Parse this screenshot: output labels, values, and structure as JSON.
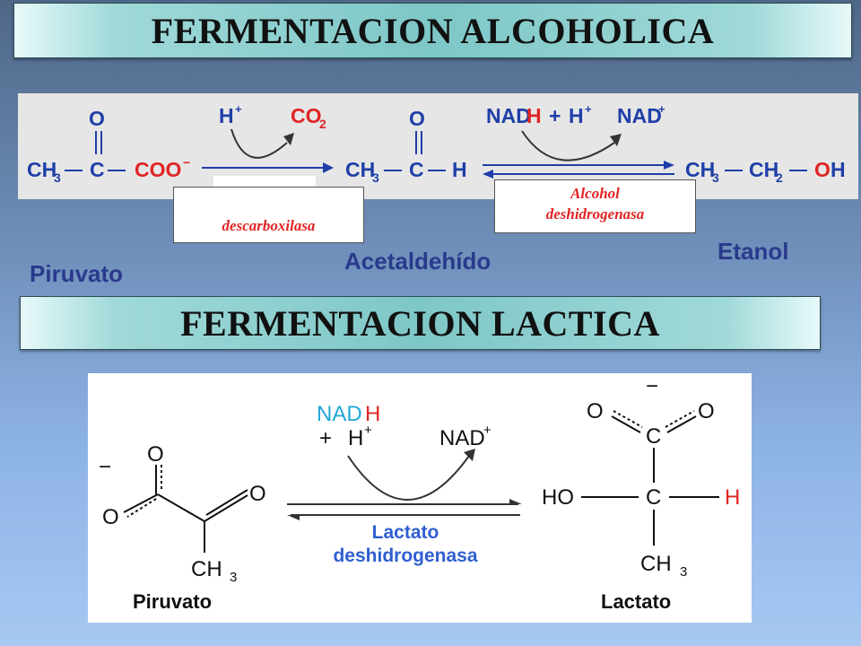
{
  "titles": {
    "alcoholic": "FERMENTACION ALCOHOLICA",
    "lactic": "FERMENTACION LACTICA"
  },
  "alcoholic": {
    "enzyme_decarboxylase": "descarboxilasa",
    "enzyme_dehydrogenase_line1": "Alcohol",
    "enzyme_dehydrogenase_line2": "deshidrogenasa",
    "label_pyruvate": "Piruvato",
    "label_acetaldehyde": "Acetaldehído",
    "label_ethanol": "Etanol",
    "chem": {
      "pyr_o": "O",
      "pyr_ch3": "CH",
      "pyr_c": "C",
      "pyr_coo": "COO",
      "h_plus": "H",
      "co2": "CO",
      "acet_o": "O",
      "acet_ch3": "CH",
      "acet_c": "C",
      "acet_h": "H",
      "nadh_nad": "NAD",
      "nadh_h": "H",
      "plus": "+",
      "h_plus2": "H",
      "nad_plus": "NAD",
      "eth_ch3": "CH",
      "eth_ch2": "CH",
      "eth_o": "O",
      "eth_h": "H",
      "sub3": "3",
      "sub2": "2",
      "sup_plus": "+",
      "sup_minus": "−"
    }
  },
  "lactic": {
    "label_pyruvate": "Piruvato",
    "label_lactate": "Lactato",
    "enzyme_line1": "Lactato",
    "enzyme_line2": "deshidrogenasa",
    "chem": {
      "minus": "−",
      "o": "O",
      "ch3": "CH",
      "sub3": "3",
      "nad": "NAD",
      "h": "H",
      "plus": "+",
      "nad_plus": "NAD",
      "c": "C",
      "ho": "HO"
    }
  },
  "colors": {
    "background_top": "#4f6787",
    "background_bottom": "#a6c8f2",
    "banner": "#7ec7c7",
    "enzyme_text": "#e02424",
    "molecule_label": "#2a3a8c",
    "chem_blue": "#1f3fa8",
    "chem_red": "#e02424",
    "nadh_cyan": "#22a7d8",
    "enzyme_lactate_blue": "#2f5fd0"
  }
}
